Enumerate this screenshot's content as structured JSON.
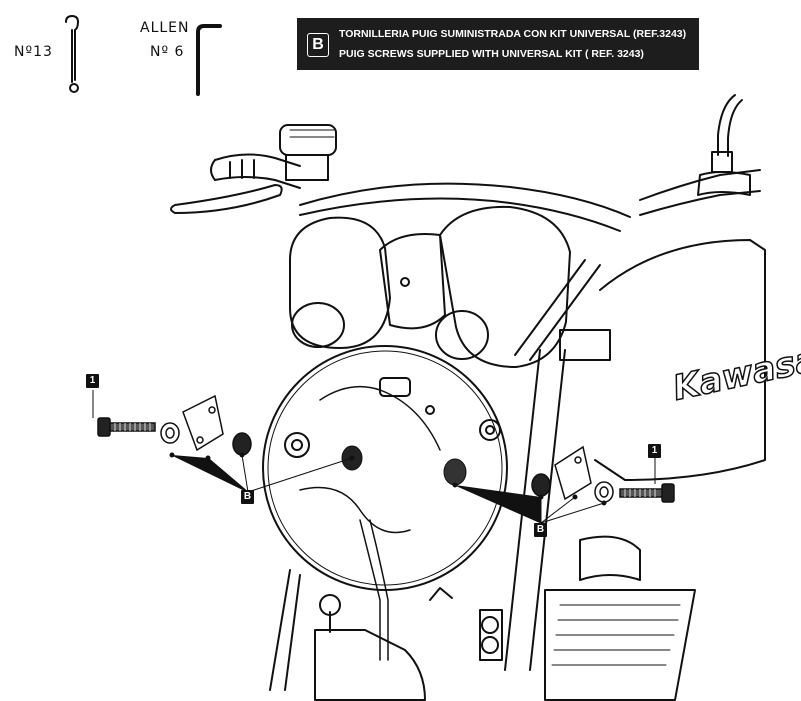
{
  "tools": {
    "wrench_size": "Nº13",
    "allen_label": "ALLEN",
    "allen_size": "Nº 6"
  },
  "banner": {
    "badge": "B",
    "line_es": "TORNILLERIA PUIG SUMINISTRADA CON KIT UNIVERSAL (REF.3243)",
    "line_en": "PUIG SCREWS SUPPLIED WITH UNIVERSAL KIT ( REF. 3243)"
  },
  "callouts": {
    "bolt_left": "1",
    "bolt_right": "1",
    "kit_left": "B",
    "kit_right": "B"
  },
  "tank_brand": "Kawasaki"
}
